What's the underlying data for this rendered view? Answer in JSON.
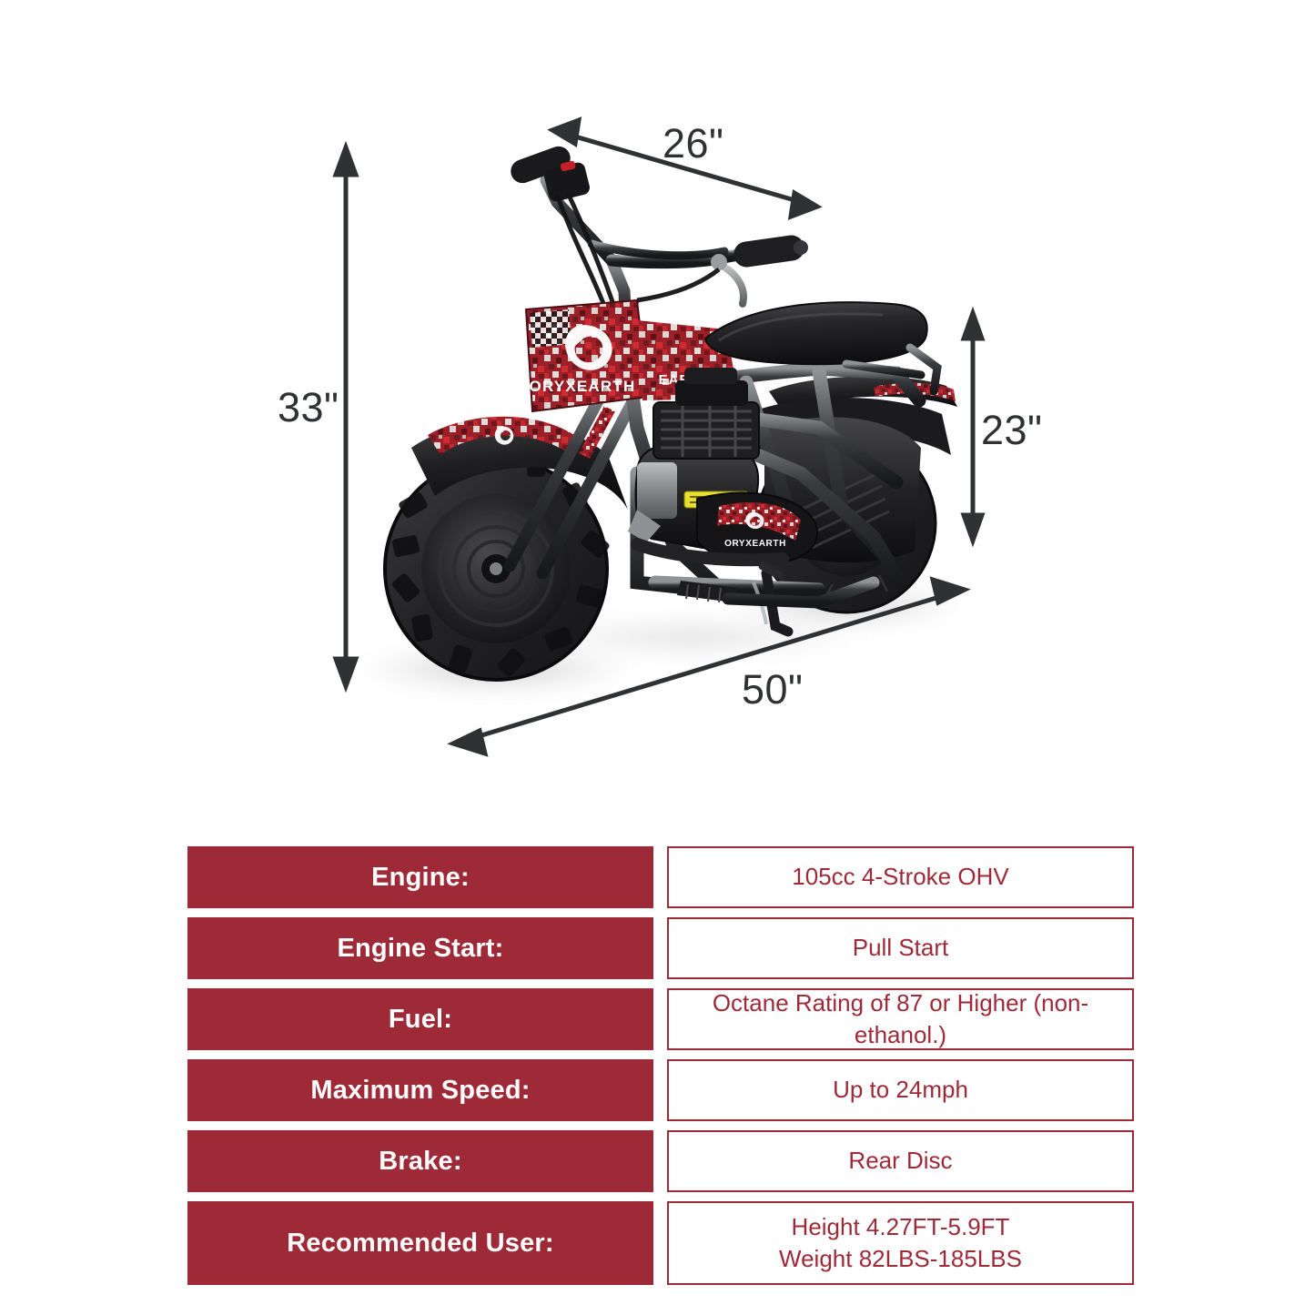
{
  "product": {
    "brand": "ORYXEARTH",
    "type": "mini bike / mini dirt bike",
    "body_color": "#a8202c",
    "frame_color": "#1d1d1f"
  },
  "dimensions": {
    "height": "33\"",
    "handlebar_width": "26\"",
    "seat_height": "23\"",
    "length": "50\""
  },
  "specs": {
    "rows": [
      {
        "label": "Engine:",
        "value": "105cc 4-Stroke OHV"
      },
      {
        "label": "Engine Start:",
        "value": "Pull Start"
      },
      {
        "label": "Fuel:",
        "value": "Octane Rating of 87 or Higher (non-ethanol.)"
      },
      {
        "label": "Maximum Speed:",
        "value": "Up to 24mph"
      },
      {
        "label": "Brake:",
        "value": "Rear Disc"
      },
      {
        "label": "Recommended User:",
        "value_line1": "Height 4.27FT-5.9FT",
        "value_line2": "Weight 82LBS-185LBS"
      }
    ]
  },
  "colors": {
    "accent": "#9e2a38",
    "label_text": "#ffffff",
    "value_text": "#9e2a38",
    "dimension_text": "#2f3133",
    "background": "#ffffff"
  }
}
